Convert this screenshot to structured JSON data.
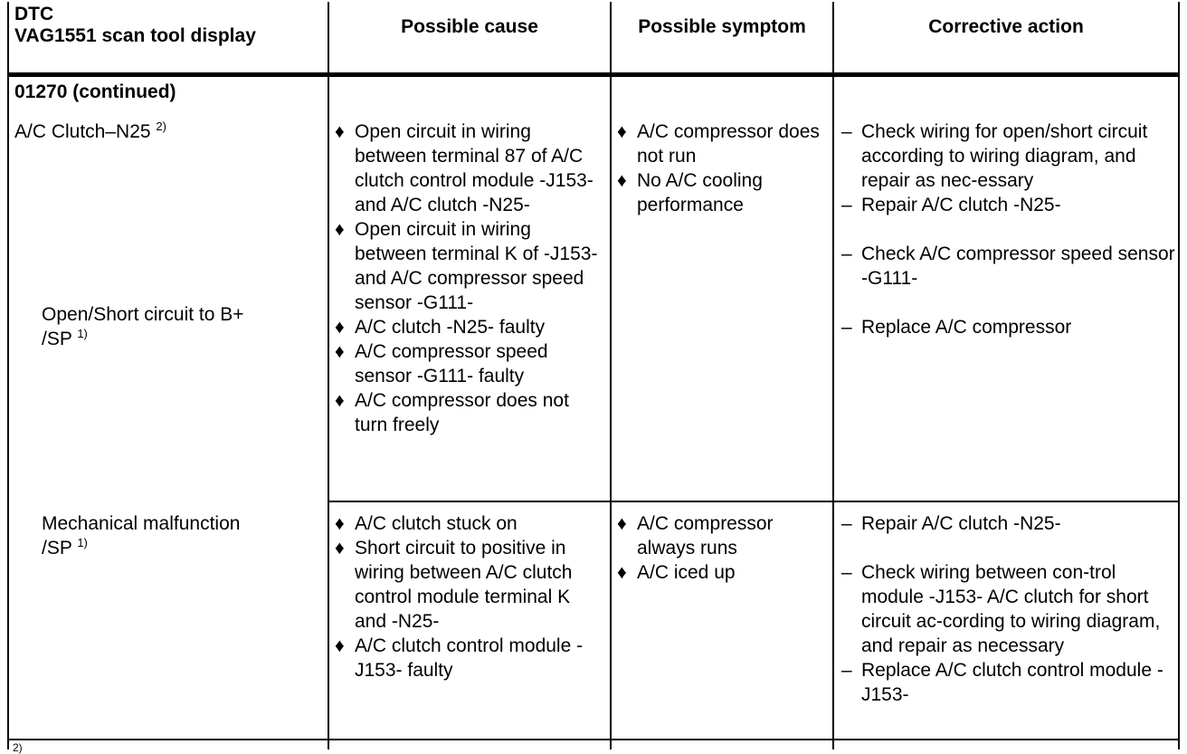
{
  "header": {
    "col1_line1": "DTC",
    "col1_line2": "VAG1551 scan tool display",
    "col2": "Possible cause",
    "col3": "Possible symptom",
    "col4": "Corrective action"
  },
  "dtc": {
    "code": "01270 (continued)",
    "component": "A/C Clutch–N25",
    "component_note": "2)"
  },
  "rows": [
    {
      "fault_line1": "Open/Short circuit to B+",
      "fault_line2": "/SP",
      "fault_note": "1)",
      "causes": [
        "Open circuit in wiring between terminal 87 of A/C clutch control module -J153- and A/C clutch -N25-",
        "Open circuit in wiring between terminal K of -J153- and A/C compressor speed sensor -G111-",
        "A/C clutch -N25- faulty",
        "A/C compressor speed sensor -G111- faulty",
        "A/C compressor does not turn freely"
      ],
      "symptoms": [
        "A/C compressor does not run",
        "No A/C cooling performance"
      ],
      "actions": [
        "Check wiring for open/short circuit according to wiring diagram, and repair as nec-essary",
        "Repair A/C clutch -N25-",
        "Check A/C compressor speed sensor -G111-",
        "Replace A/C compressor"
      ]
    },
    {
      "fault_line1": "Mechanical malfunction",
      "fault_line2": "/SP",
      "fault_note": "1)",
      "causes": [
        "A/C clutch stuck on",
        "Short circuit to positive in wiring between A/C clutch control module terminal K and -N25-",
        "A/C clutch control module -J153- faulty"
      ],
      "symptoms": [
        "A/C compressor always runs",
        "A/C iced up"
      ],
      "actions": [
        "Repair A/C clutch -N25-",
        "Check wiring between con-trol module -J153- A/C clutch for short circuit ac-cording to wiring diagram, and repair as necessary",
        "Replace A/C clutch control module -J153-"
      ]
    }
  ],
  "markers": {
    "bullet": "♦",
    "dash": "–"
  },
  "footnote": "2)"
}
